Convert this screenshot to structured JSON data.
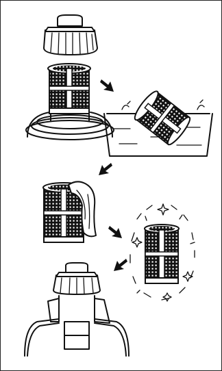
{
  "figure": {
    "colors": {
      "line": "#111111",
      "background": "#ffffff",
      "mesh": "#111111"
    },
    "steps": [
      {
        "id": "remove-cap-and-filter",
        "icon": "filter-removal-icon"
      },
      {
        "id": "wash-filter-in-basin",
        "icon": "washing-basin-icon"
      },
      {
        "id": "wipe-filter-with-cloth",
        "icon": "cloth-wipe-icon"
      },
      {
        "id": "inspect-clean-filter",
        "icon": "sparkle-clean-icon"
      },
      {
        "id": "reinstall-filter-and-cap",
        "icon": "filter-install-icon"
      }
    ],
    "arrows": [
      "arrow-right-down-icon",
      "arrow-left-down-icon",
      "arrow-right-down-icon",
      "arrow-left-down-icon"
    ]
  }
}
